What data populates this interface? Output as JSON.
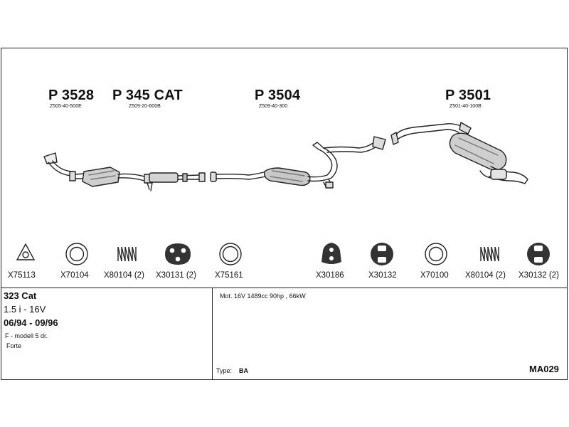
{
  "parts": [
    {
      "number": "P 3528",
      "code": "Z505-40-500E"
    },
    {
      "number": "P 345 CAT",
      "code": "Z509-20-600B"
    },
    {
      "number": "P 3504",
      "code": "Z509-40-300"
    },
    {
      "number": "P 3501",
      "code": "Z501-40-100B"
    }
  ],
  "fittings": [
    "X75113",
    "X70104",
    "X80104 (2)",
    "X30131 (2)",
    "X75161",
    "X30186",
    "X30132",
    "X70100",
    "X80104 (2)",
    "X30132 (2)"
  ],
  "vehicle": {
    "model": "323 Cat",
    "engine": "1.5 i - 16V",
    "period": "06/94 - 09/96",
    "variant": "F - modell 5 dr.",
    "trim": "Forte"
  },
  "motor_line": "Mot. 16V 1489cc 90hp , 66kW",
  "type_label": "Type:",
  "type_value": "BA",
  "sheet_code": "MA029"
}
